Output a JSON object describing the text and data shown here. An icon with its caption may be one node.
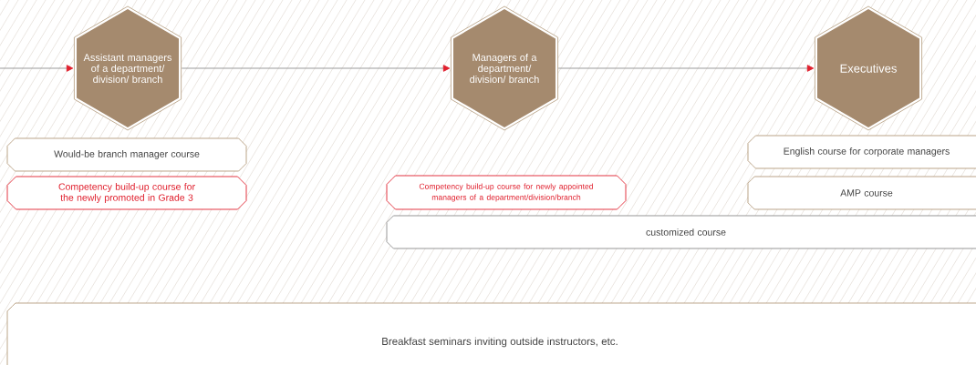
{
  "diagram": {
    "nodes": [
      {
        "text": [
          "Assistant managers of a department/ division/ branch"
        ]
      },
      {
        "text": [
          "Managers of a department/ division/ branch"
        ]
      },
      {
        "text": [
          "Executives"
        ]
      },
      {
        "text": [
          "Would-be branch manager course"
        ]
      },
      {
        "text": [
          "Competency build-up course for the newly promoted in Grade 3"
        ]
      },
      {
        "text": [
          "Competency build-up course for newly appointed managers of a department/division/branch"
        ]
      },
      {
        "text": [
          "English course for corporate managers"
        ]
      },
      {
        "text": [
          "AMP course"
        ]
      },
      {
        "text": [
          "customized course"
        ]
      },
      {
        "text": [
          "Breakfast seminars inviting outside instructors, etc."
        ]
      }
    ],
    "edges": [
      {
        "from": null,
        "to": 0,
        "arrow": "to"
      },
      {
        "from": 0,
        "to": 1,
        "arrow": "to"
      },
      {
        "from": 1,
        "to": 2,
        "arrow": "to"
      }
    ]
  }
}
